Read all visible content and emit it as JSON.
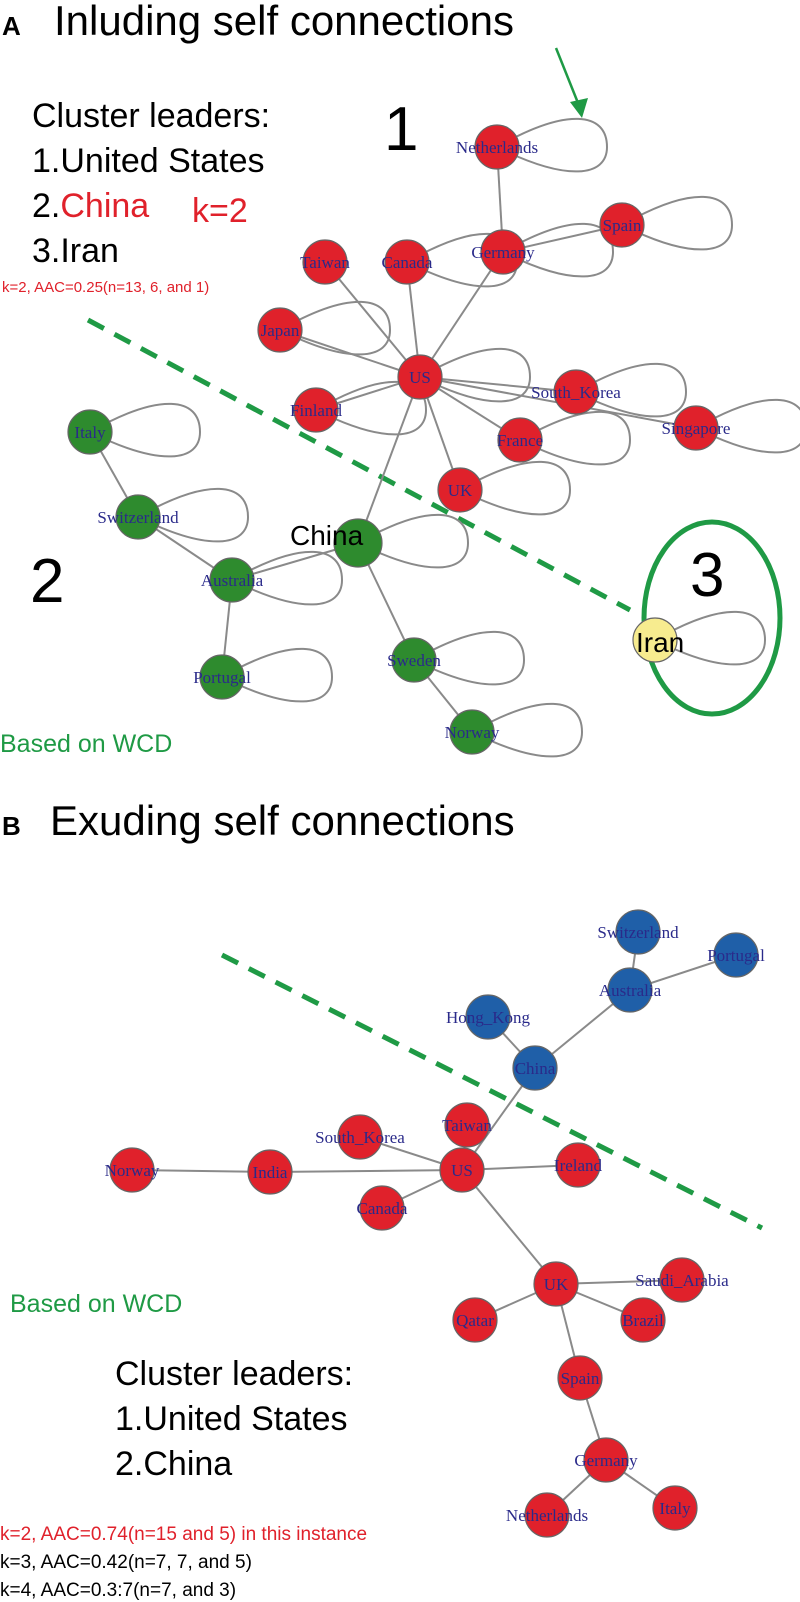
{
  "panel_a": {
    "letter": "A",
    "title": "Inluding self connections",
    "cluster_leaders_heading": "Cluster leaders:",
    "leader_1": "1.United States",
    "leader_2_prefix": "2.",
    "leader_2_name": "China",
    "leader_3": "3.Iran",
    "k_label": "k=2",
    "aac_note": "k=2, AAC=0.25(n=13, 6, and 1)",
    "cluster_numbers": [
      "1",
      "2",
      "3"
    ],
    "wcd_note": "Based on WCD",
    "china_label": "China",
    "iran_label": "Iran",
    "nodes": [
      {
        "id": "Netherlands",
        "label": "Netherlands",
        "color": "#e0212b"
      },
      {
        "id": "Spain",
        "label": "Spain",
        "color": "#e0212b"
      },
      {
        "id": "Germany",
        "label": "Germany",
        "color": "#e0212b"
      },
      {
        "id": "Taiwan",
        "label": "Taiwan",
        "color": "#e0212b"
      },
      {
        "id": "Canada",
        "label": "Canada",
        "color": "#e0212b"
      },
      {
        "id": "Japan",
        "label": "Japan",
        "color": "#e0212b"
      },
      {
        "id": "US",
        "label": "US",
        "color": "#e0212b"
      },
      {
        "id": "South_Korea",
        "label": "South_Korea",
        "color": "#e0212b"
      },
      {
        "id": "Singapore",
        "label": "Singapore",
        "color": "#e0212b"
      },
      {
        "id": "Finland",
        "label": "Finland",
        "color": "#e0212b"
      },
      {
        "id": "France",
        "label": "France",
        "color": "#e0212b"
      },
      {
        "id": "UK",
        "label": "UK",
        "color": "#e0212b"
      },
      {
        "id": "Italy",
        "label": "Italy",
        "color": "#2e8b2e"
      },
      {
        "id": "Switzerland",
        "label": "Switzerland",
        "color": "#2e8b2e"
      },
      {
        "id": "China",
        "label": "",
        "color": "#2e8b2e"
      },
      {
        "id": "Australia",
        "label": "Australia",
        "color": "#2e8b2e"
      },
      {
        "id": "Portugal",
        "label": "Portugal",
        "color": "#2e8b2e"
      },
      {
        "id": "Sweden",
        "label": "Sweden",
        "color": "#2e8b2e"
      },
      {
        "id": "Norway",
        "label": "Norway",
        "color": "#2e8b2e"
      },
      {
        "id": "Iran",
        "label": "",
        "color": "#f7ec8f"
      }
    ],
    "edges": [
      [
        "Netherlands",
        "Germany"
      ],
      [
        "Germany",
        "Spain"
      ],
      [
        "Germany",
        "US"
      ],
      [
        "Taiwan",
        "US"
      ],
      [
        "Canada",
        "US"
      ],
      [
        "Japan",
        "US"
      ],
      [
        "Finland",
        "US"
      ],
      [
        "US",
        "South_Korea"
      ],
      [
        "US",
        "Singapore"
      ],
      [
        "US",
        "France"
      ],
      [
        "US",
        "UK"
      ],
      [
        "US",
        "China"
      ],
      [
        "China",
        "Australia"
      ],
      [
        "China",
        "Sweden"
      ],
      [
        "Australia",
        "Switzerland"
      ],
      [
        "Switzerland",
        "Italy"
      ],
      [
        "Australia",
        "Portugal"
      ],
      [
        "Sweden",
        "Norway"
      ]
    ]
  },
  "panel_b": {
    "letter": "B",
    "title": "Exuding self connections",
    "wcd_note": "Based on WCD",
    "cluster_leaders_heading": "Cluster leaders:",
    "leader_1": "1.United States",
    "leader_2": "2.China",
    "note_k2": "k=2, AAC=0.74(n=15 and 5) in this instance",
    "note_k3": "k=3, AAC=0.42(n=7, 7, and 5)",
    "note_k4": "k=4, AAC=0.3:7(n=7, and 3)",
    "nodes": [
      {
        "id": "Switzerland",
        "label": "Switzerland",
        "color": "#1f5fa8"
      },
      {
        "id": "Portugal",
        "label": "Portugal",
        "color": "#1f5fa8"
      },
      {
        "id": "Australia",
        "label": "Australia",
        "color": "#1f5fa8"
      },
      {
        "id": "Hong_Kong",
        "label": "Hong_Kong",
        "color": "#1f5fa8"
      },
      {
        "id": "China",
        "label": "China",
        "color": "#1f5fa8"
      },
      {
        "id": "Taiwan",
        "label": "Taiwan",
        "color": "#e0212b"
      },
      {
        "id": "South_Korea",
        "label": "South_Korea",
        "color": "#e0212b"
      },
      {
        "id": "US",
        "label": "US",
        "color": "#e0212b"
      },
      {
        "id": "Ireland",
        "label": "Ireland",
        "color": "#e0212b"
      },
      {
        "id": "Norway",
        "label": "Norway",
        "color": "#e0212b"
      },
      {
        "id": "India",
        "label": "India",
        "color": "#e0212b"
      },
      {
        "id": "Canada",
        "label": "Canada",
        "color": "#e0212b"
      },
      {
        "id": "UK",
        "label": "UK",
        "color": "#e0212b"
      },
      {
        "id": "Saudi_Arabia",
        "label": "Saudi_Arabia",
        "color": "#e0212b"
      },
      {
        "id": "Qatar",
        "label": "Qatar",
        "color": "#e0212b"
      },
      {
        "id": "Brazil",
        "label": "Brazil",
        "color": "#e0212b"
      },
      {
        "id": "Spain",
        "label": "Spain",
        "color": "#e0212b"
      },
      {
        "id": "Germany",
        "label": "Germany",
        "color": "#e0212b"
      },
      {
        "id": "Netherlands",
        "label": "Netherlands",
        "color": "#e0212b"
      },
      {
        "id": "Italy",
        "label": "Italy",
        "color": "#e0212b"
      }
    ],
    "edges": [
      [
        "Switzerland",
        "Australia"
      ],
      [
        "Portugal",
        "Australia"
      ],
      [
        "Australia",
        "China"
      ],
      [
        "Hong_Kong",
        "China"
      ],
      [
        "China",
        "US"
      ],
      [
        "Taiwan",
        "US"
      ],
      [
        "South_Korea",
        "US"
      ],
      [
        "US",
        "Ireland"
      ],
      [
        "Norway",
        "India"
      ],
      [
        "India",
        "US"
      ],
      [
        "Canada",
        "US"
      ],
      [
        "US",
        "UK"
      ],
      [
        "UK",
        "Saudi_Arabia"
      ],
      [
        "UK",
        "Qatar"
      ],
      [
        "UK",
        "Brazil"
      ],
      [
        "UK",
        "Spain"
      ],
      [
        "Spain",
        "Germany"
      ],
      [
        "Germany",
        "Netherlands"
      ],
      [
        "Germany",
        "Italy"
      ]
    ]
  },
  "colors": {
    "red_node": "#e0212b",
    "green_node": "#2e8b2e",
    "blue_node": "#1f5fa8",
    "yellow_node": "#f7ec8f",
    "edge": "#8a8a8a",
    "node_label": "#2a2a8a",
    "divider": "#1f9a45",
    "annotation_red": "#e0212b"
  }
}
